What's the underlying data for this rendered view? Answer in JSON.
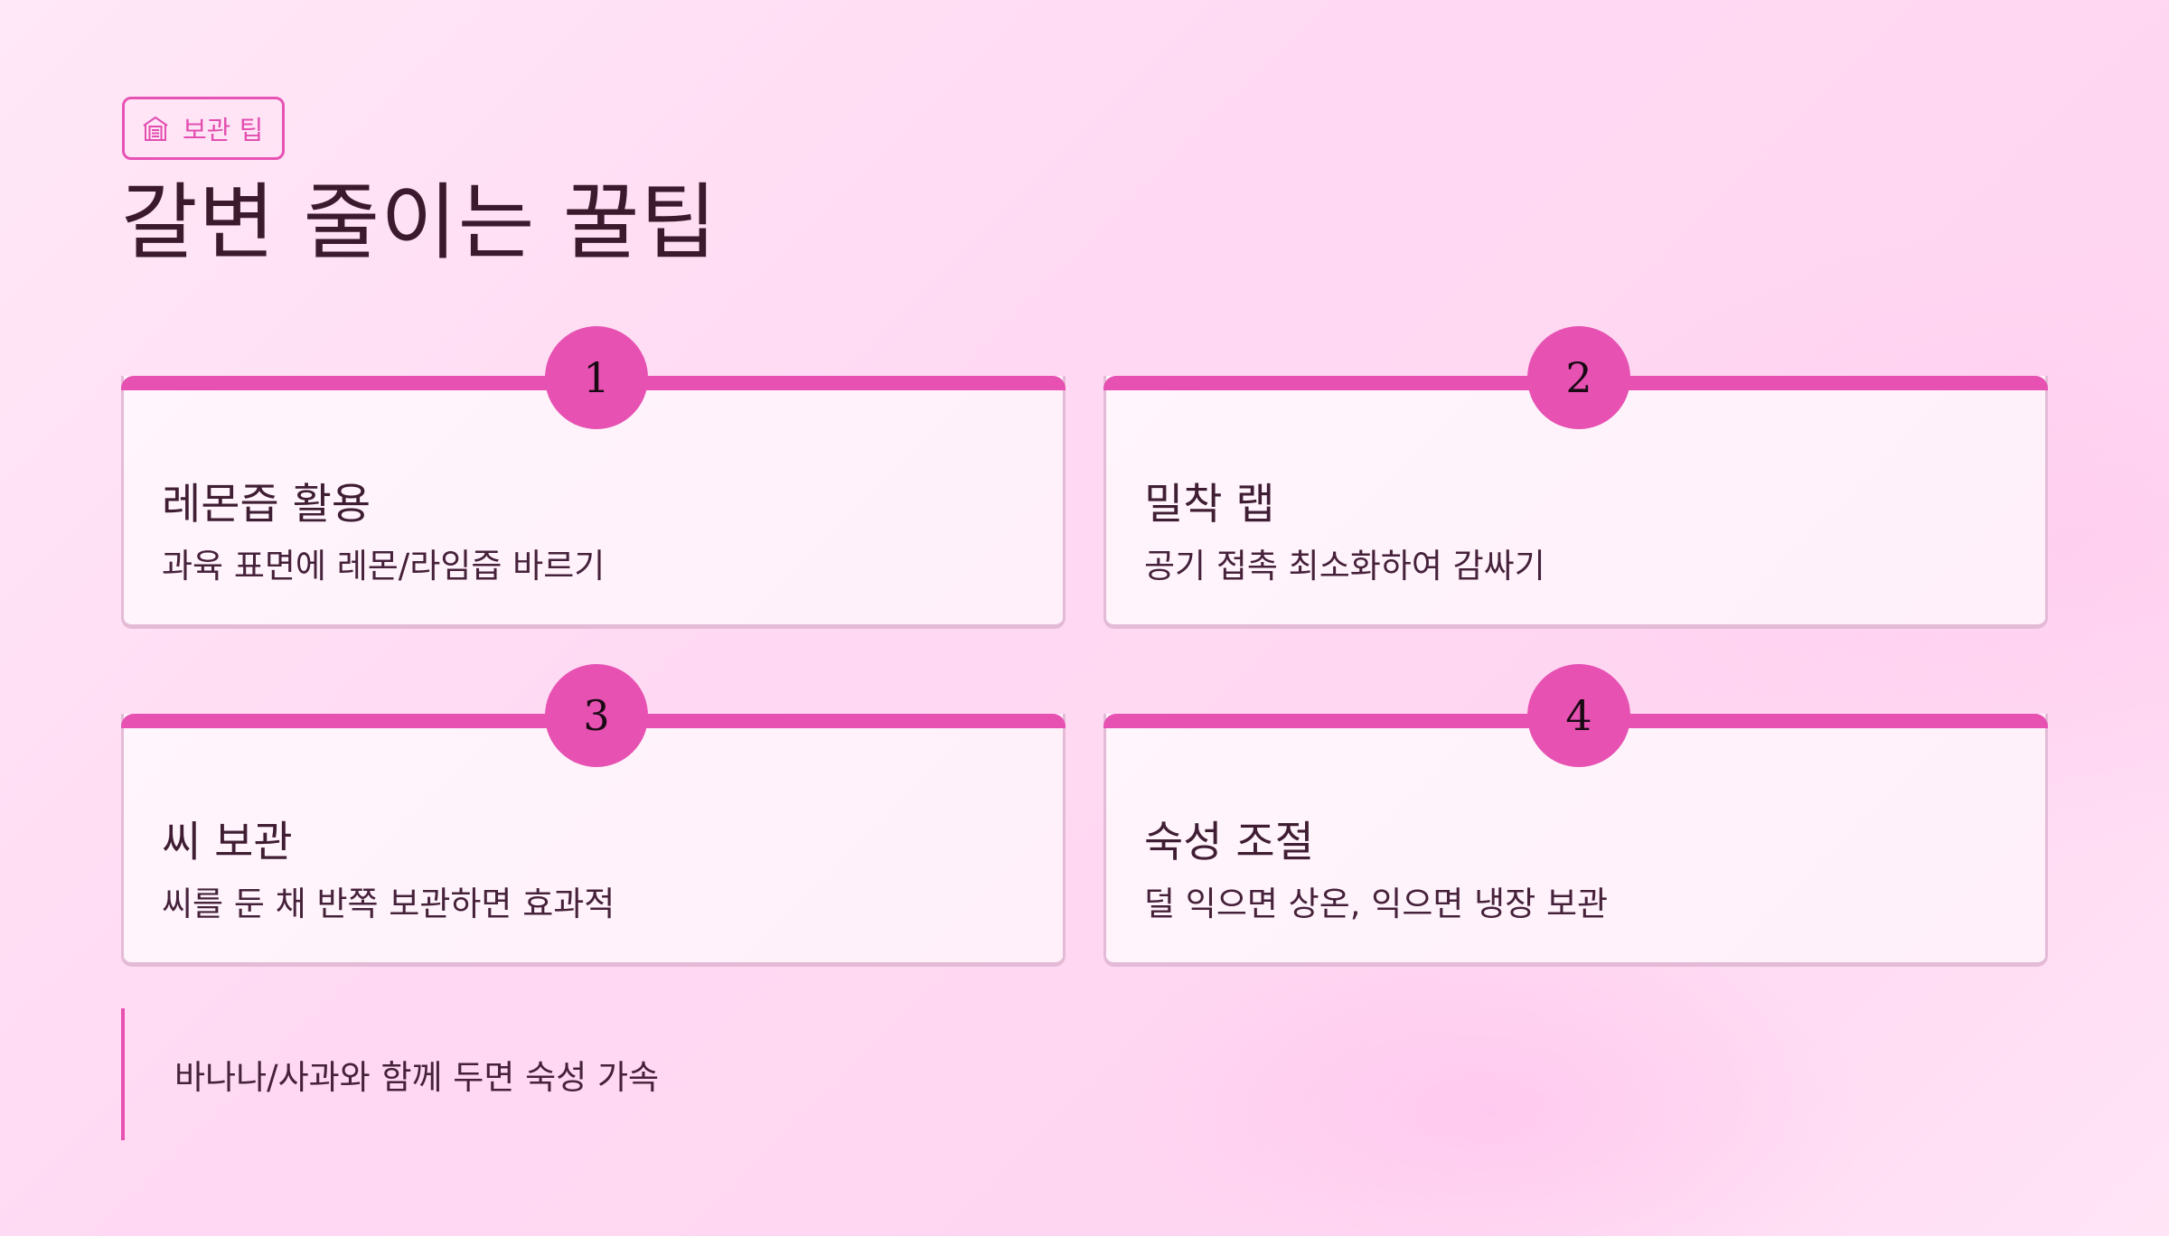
{
  "badge": {
    "icon": "warehouse-icon",
    "label": "보관 팁"
  },
  "title": "갈변 줄이는 꿀팁",
  "cards": [
    {
      "number": "1",
      "heading": "레몬즙 활용",
      "description": "과육 표면에 레몬/라임즙 바르기"
    },
    {
      "number": "2",
      "heading": "밀착 랩",
      "description": "공기 접촉 최소화하여 감싸기"
    },
    {
      "number": "3",
      "heading": "씨 보관",
      "description": "씨를 둔 채 반쪽 보관하면 효과적"
    },
    {
      "number": "4",
      "heading": "숙성 조절",
      "description": "덜 익으면 상온, 익으면 냉장 보관"
    }
  ],
  "note": "바나나/사과와 함께 두면 숙성 가속",
  "colors": {
    "accent": "#e651b2",
    "text": "#3b1a2e",
    "card_border": "#e4bbd6",
    "card_bg": "#fff5fc"
  }
}
